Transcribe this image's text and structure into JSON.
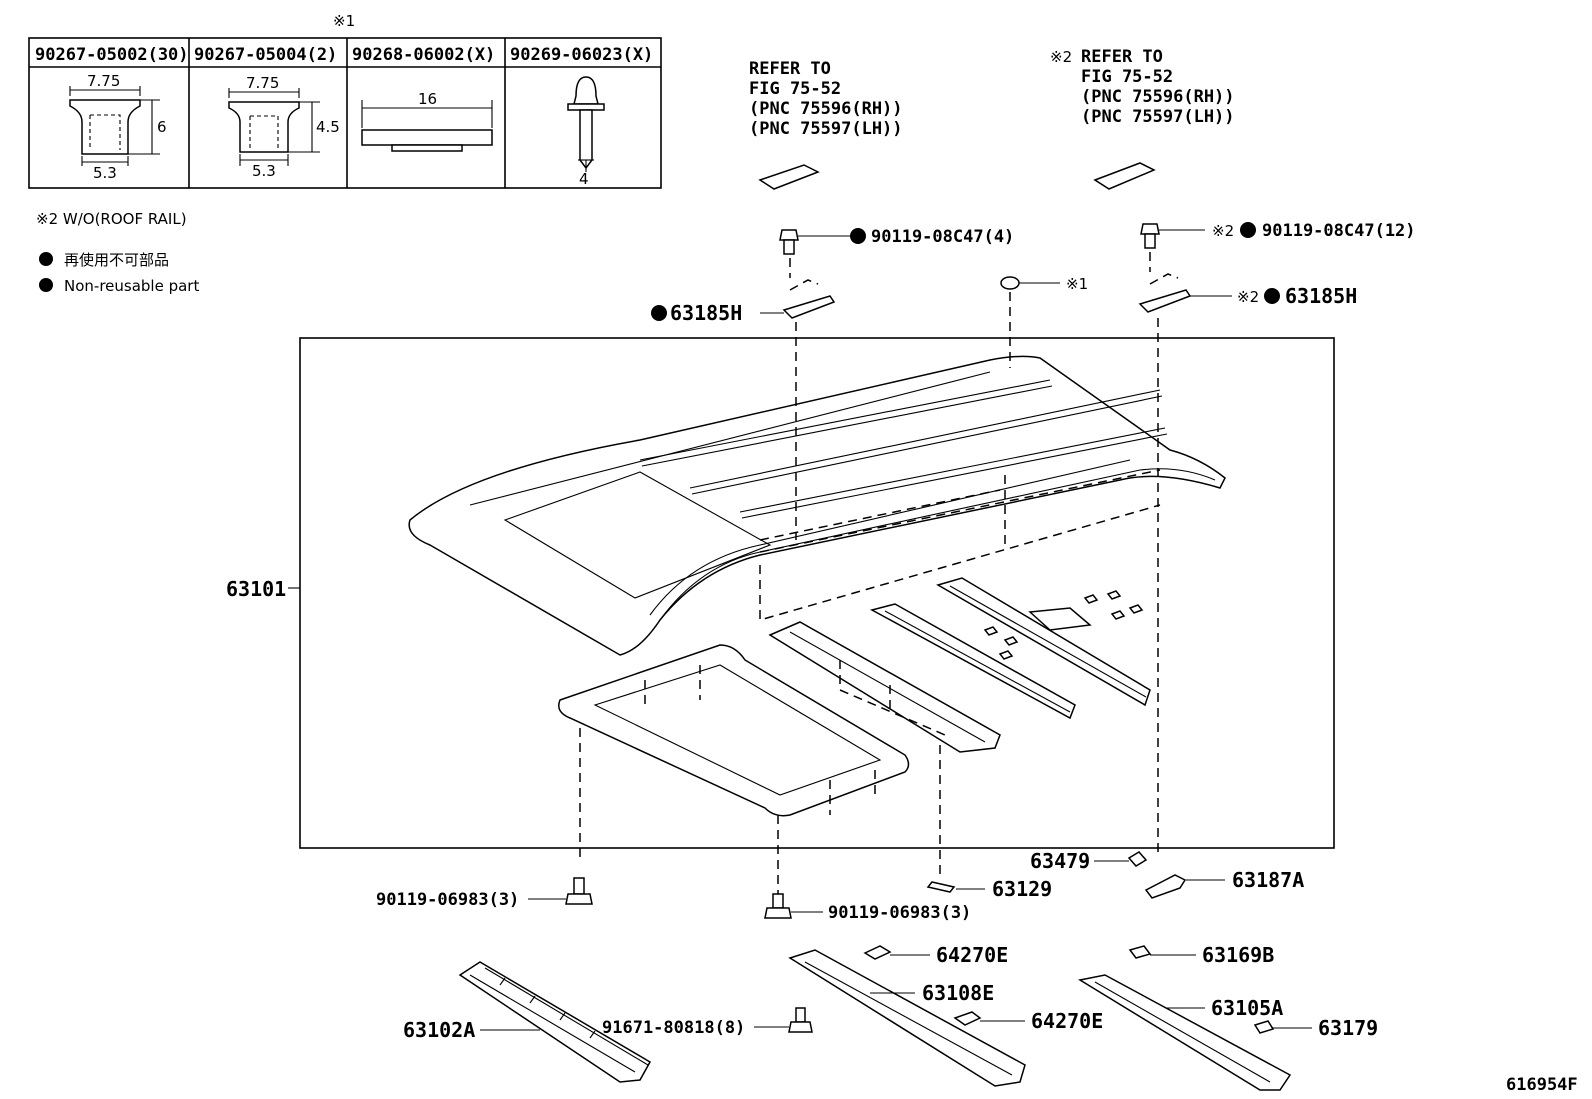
{
  "fastener_table": {
    "marker": "※1",
    "columns": [
      {
        "part_no": "90267-05002(30)",
        "dims": [
          "7.75",
          "6",
          "5.3"
        ]
      },
      {
        "part_no": "90267-05004(2)",
        "dims": [
          "7.75",
          "4.5",
          "5.3"
        ]
      },
      {
        "part_no": "90268-06002(X)",
        "dims": [
          "16"
        ]
      },
      {
        "part_no": "90269-06023(X)",
        "dims": [
          "4"
        ]
      }
    ]
  },
  "legend": {
    "note2": "※2 W/O(ROOF RAIL)",
    "nonreusable_jp": "再使用不可部品",
    "nonreusable_en": "Non-reusable part"
  },
  "refer_left": [
    "REFER TO",
    "FIG 75-52",
    "(PNC 75596(RH))",
    "(PNC 75597(LH))"
  ],
  "refer_right": [
    "REFER TO",
    "FIG 75-52",
    "(PNC 75596(RH))",
    "(PNC 75597(LH))"
  ],
  "refer_right_marker": "※2",
  "labels": {
    "bolt_left": "90119-08C47(4)",
    "bolt_right_marker": "※2",
    "bolt_right": "90119-08C47(12)",
    "clip_left": "63185H",
    "clip_right_marker": "※2",
    "clip_right": "63185H",
    "plug_marker": "※1",
    "roof_panel": "63101",
    "label_63479": "63479",
    "label_63129": "63129",
    "label_63187A": "63187A",
    "bolt_bottom_left": "90119-06983(3)",
    "bolt_bottom_mid": "90119-06983(3)",
    "label_64270E_top": "64270E",
    "label_63108E": "63108E",
    "label_64270E_bottom": "64270E",
    "label_63169B": "63169B",
    "label_63105A": "63105A",
    "label_63179": "63179",
    "label_63102A": "63102A",
    "bolt_91671": "91671-80818(8)",
    "figure_id": "616954F"
  }
}
